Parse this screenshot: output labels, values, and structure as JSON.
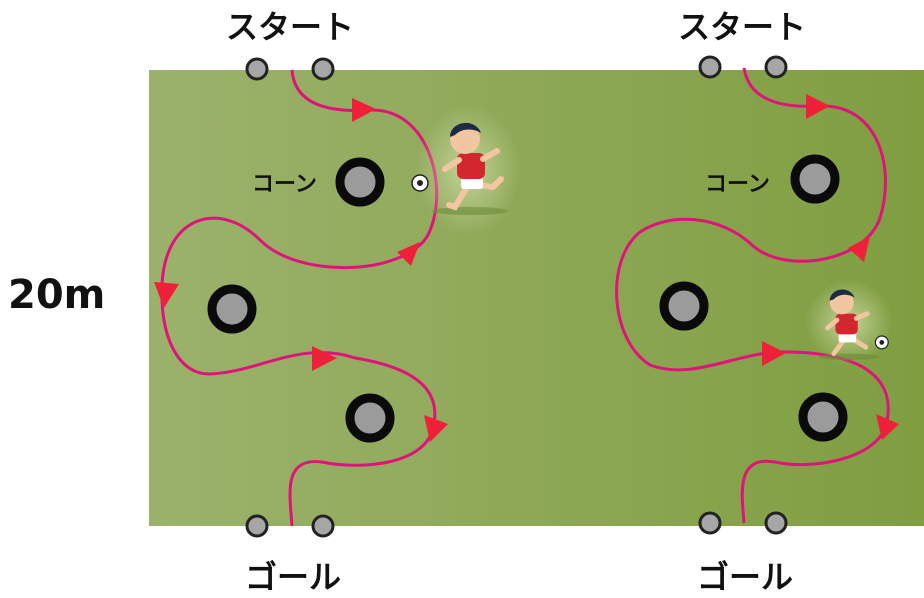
{
  "distance_label": "20m",
  "courses": [
    {
      "start_label": "スタート",
      "goal_label": "ゴール",
      "cone_label": "コーン"
    },
    {
      "start_label": "スタート",
      "goal_label": "ゴール",
      "cone_label": "コーン"
    }
  ],
  "colors": {
    "field_left": "#9cb26c",
    "field_right": "#7f9e40",
    "path": "#e0137a",
    "arrow": "#f0203a",
    "marker_fill": "#a6a6a6",
    "cone_ring": "#0a0a0a",
    "cone_center": "#9b9b9b"
  }
}
